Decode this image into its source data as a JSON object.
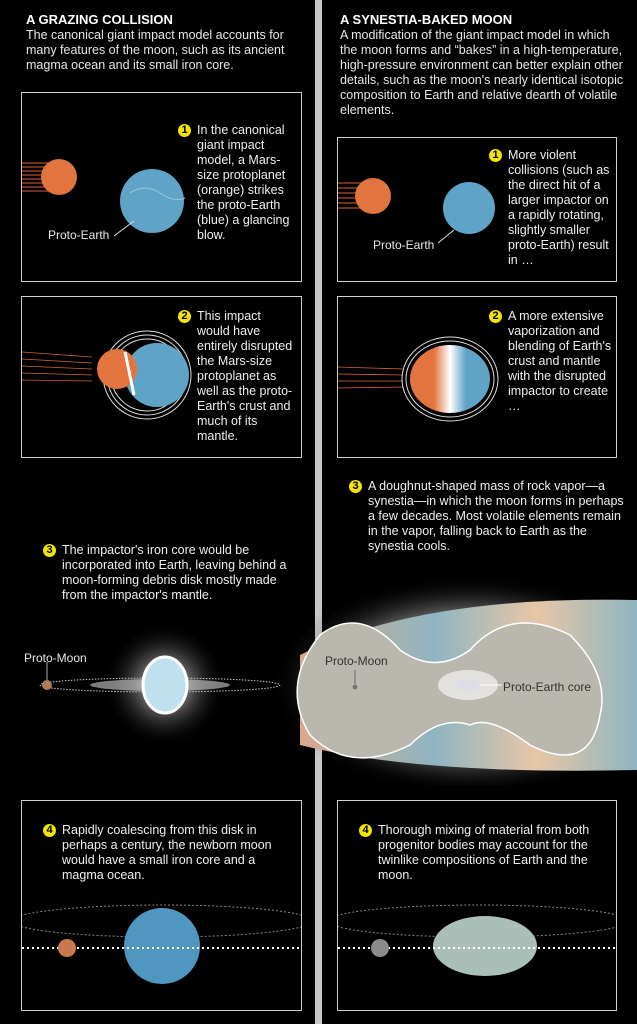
{
  "left": {
    "title": "A GRAZING COLLISION",
    "intro": "The canonical giant impact model accounts for many features of the moon, such as its ancient magma ocean and its small iron core.",
    "steps": [
      {
        "num": "1",
        "text": "In the canonical giant impact model, a Mars-size protoplanet (orange) strikes the proto-Earth (blue) a glancing blow."
      },
      {
        "num": "2",
        "text": "This impact would have entirely disrupted the Mars-size protoplanet as well as the proto-Earth's crust and much of its mantle."
      },
      {
        "num": "3",
        "text": "The impactor's iron core would be incorporated into Earth, leaving behind a moon-forming debris disk mostly made from the impactor's mantle."
      },
      {
        "num": "4",
        "text": "Rapidly coalescing from this disk in perhaps a century, the newborn moon would have a small iron core and a magma ocean."
      }
    ],
    "labels": {
      "proto_earth": "Proto-Earth",
      "proto_moon": "Proto-Moon"
    }
  },
  "right": {
    "title": "A SYNESTIA-BAKED MOON",
    "intro": "A modification of the giant impact model in which the moon forms and “bakes” in a high-temperature, high-pressure environment can better explain other details, such as the moon's nearly identical isotopic composition to Earth and relative dearth of volatile elements.",
    "steps": [
      {
        "num": "1",
        "text": "More violent collisions (such as the direct hit of a larger impactor on a rapidly rotating, slightly smaller proto-Earth) result in …"
      },
      {
        "num": "2",
        "text": "A more extensive vaporization and blending of Earth's crust and mantle with the disrupted impactor to create …"
      },
      {
        "num": "3",
        "text": "A doughnut-shaped mass of rock vapor—a synestia—in which the moon forms in perhaps a few decades. Most volatile elements remain in the vapor, falling back to Earth as the synestia cools."
      },
      {
        "num": "4",
        "text": "Thorough mixing of material from both progenitor bodies may account for the twinlike compositions of Earth and the moon."
      }
    ],
    "labels": {
      "proto_earth": "Proto-Earth",
      "proto_moon": "Proto-Moon",
      "proto_earth_core": "Proto-Earth core"
    }
  },
  "colors": {
    "impactor": "#e2743f",
    "earth": "#5fa3c6",
    "badge": "#f2e500",
    "divider": "#c8c8c8"
  }
}
